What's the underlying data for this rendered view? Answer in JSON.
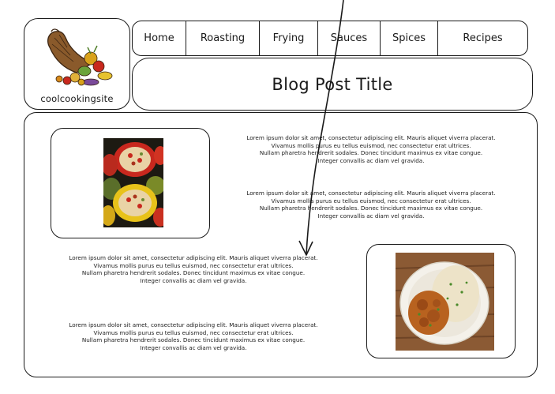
{
  "logo": {
    "text": "coolcookingsite",
    "icon": "cornucopia-icon"
  },
  "nav": {
    "items": [
      {
        "label": "Home"
      },
      {
        "label": "Roasting"
      },
      {
        "label": "Frying"
      },
      {
        "label": "Sauces"
      },
      {
        "label": "Spices"
      },
      {
        "label": "Recipes"
      }
    ]
  },
  "post": {
    "title": "Blog Post Title",
    "paragraphs": [
      "Lorem ipsum dolor sit amet, consectetur adipiscing elit. Mauris aliquet viverra placerat.\nVivamus mollis purus eu tellus euismod, nec consectetur erat ultrices.\nNullam pharetra hendrerit sodales. Donec tincidunt maximus ex vitae congue.\nInteger convallis ac diam vel gravida.",
      "Lorem ipsum dolor sit amet, consectetur adipiscing elit. Mauris aliquet viverra placerat.\nVivamus mollis purus eu tellus euismod, nec consectetur erat ultrices.\nNullam pharetra hendrerit sodales. Donec tincidunt maximus ex vitae congue.\nInteger convallis ac diam vel gravida.",
      "Lorem ipsum dolor sit amet, consectetur adipiscing elit. Mauris aliquet viverra placerat.\nVivamus mollis purus eu tellus euismod, nec consectetur erat ultrices.\nNullam pharetra hendrerit sodales. Donec tincidunt maximus ex vitae congue.\nInteger convallis ac diam vel gravida.",
      "Lorem ipsum dolor sit amet, consectetur adipiscing elit. Mauris aliquet viverra placerat.\nVivamus mollis purus eu tellus euismod, nec consectetur erat ultrices.\nNullam pharetra hendrerit sodales. Donec tincidunt maximus ex vitae congue.\nInteger convallis ac diam vel gravida."
    ],
    "images": [
      {
        "icon": "stuffed-peppers-photo"
      },
      {
        "icon": "curry-rice-photo"
      }
    ]
  },
  "annotation": {
    "icon": "arrow-pointer-icon"
  },
  "colors": {
    "stroke": "#1a1a1a",
    "background": "#ffffff",
    "pepper_red": "#c8281e",
    "pepper_yellow": "#e8c21a",
    "plate": "#f4f1ea",
    "rice": "#ede3c8",
    "curry": "#b8621f",
    "wood": "#8b5a34"
  }
}
